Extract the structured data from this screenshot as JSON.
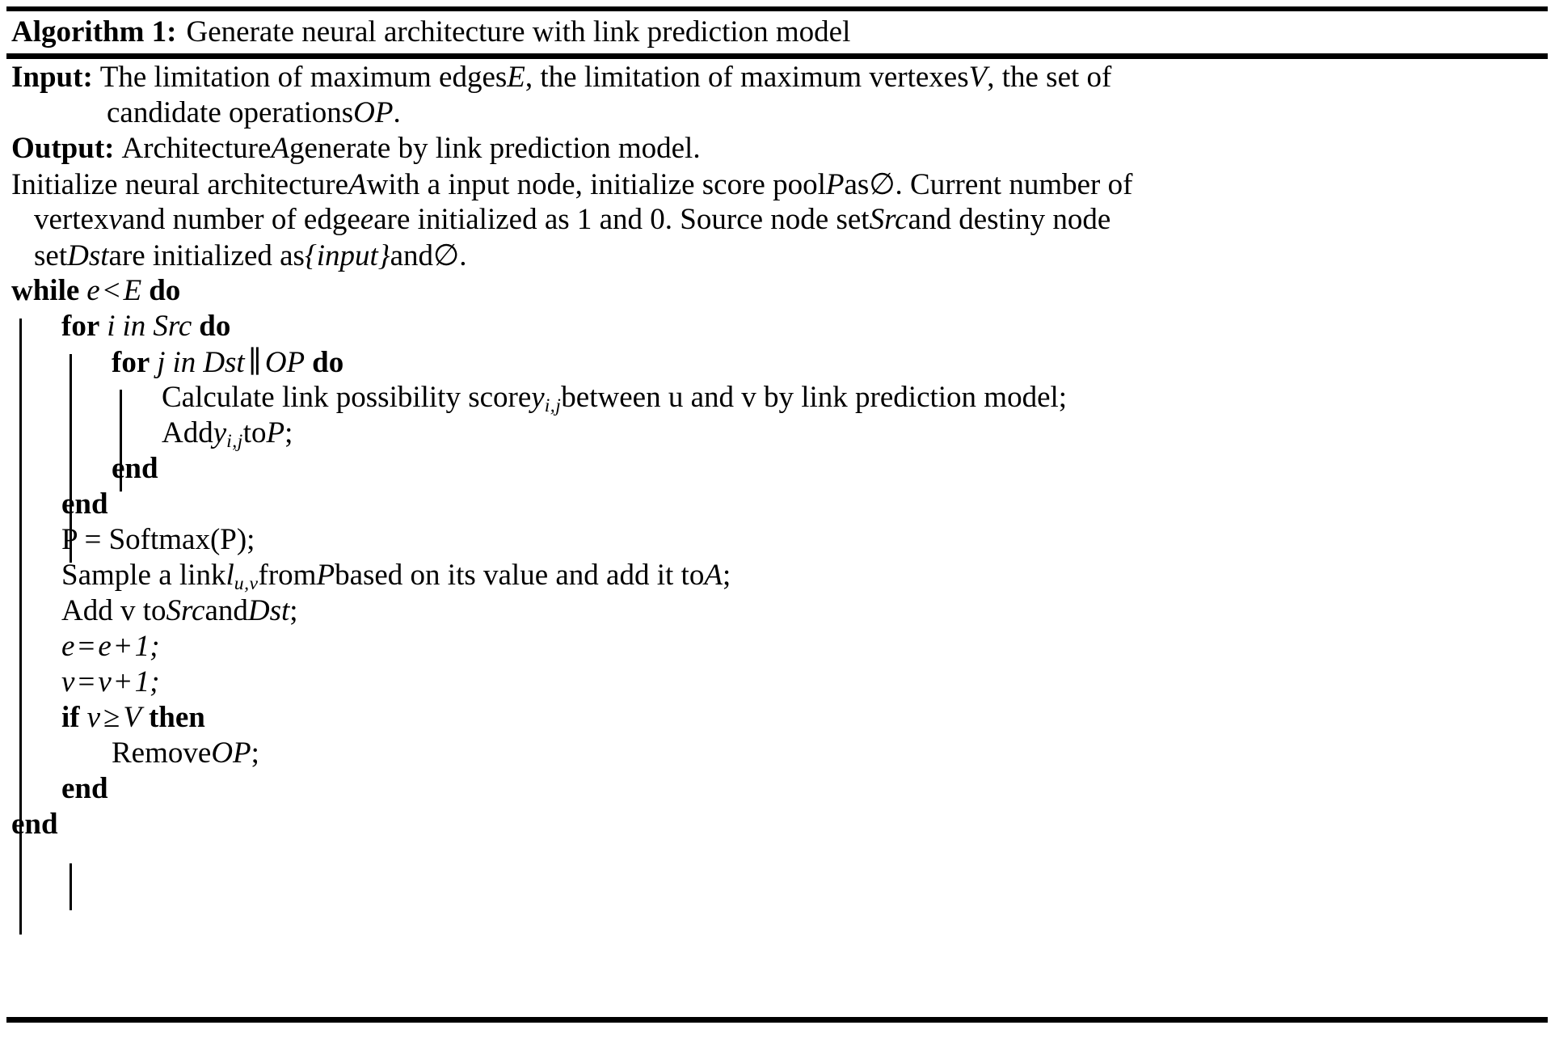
{
  "document": {
    "type": "algorithm-pseudocode",
    "style": "latex-algorithm2e"
  },
  "caption": {
    "label": "Algorithm 1:",
    "title": "Generate neural architecture with link prediction model"
  },
  "io": {
    "input_label": "Input:",
    "input_text_1": "The limitation of maximum edges ",
    "input_var_E": "E",
    "input_text_2": ", the limitation of maximum vertexes ",
    "input_var_V": "V",
    "input_text_3": ", the set of",
    "input_cont_text": "candidate operations ",
    "input_cont_var": "OP",
    "input_cont_end": ".",
    "output_label": "Output:",
    "output_text_1": "Architecture ",
    "output_var_A": "A",
    "output_text_2": " generate by link prediction model."
  },
  "init": {
    "l1_a": "Initialize neural architecture ",
    "l1_var_A": "A",
    "l1_b": " with a input node, initialize score pool ",
    "l1_var_P": "P",
    "l1_c": " as ",
    "l1_emptyset": "∅",
    "l1_d": ". Current number of",
    "l2_a": "vertex ",
    "l2_var_v": "v",
    "l2_b": " and number of edge ",
    "l2_var_e": "e",
    "l2_c": " are initialized as 1 and 0. Source node set ",
    "l2_var_Src": "Src",
    "l2_d": " and destiny node",
    "l3_a": "set ",
    "l3_var_Dst": "Dst",
    "l3_b": " are initialized as ",
    "l3_set": "{input}",
    "l3_c": " and ",
    "l3_emptyset": "∅",
    "l3_d": "."
  },
  "body": {
    "while_kw": "while",
    "while_var_e": "e",
    "while_op": "<",
    "while_var_E": "E",
    "while_do": "do",
    "for_i_kw": "for",
    "for_i_var": "i",
    "for_i_in": "in",
    "for_i_set": "Src",
    "for_i_do": "do",
    "for_j_kw": "for",
    "for_j_var": "j",
    "for_j_in": "in",
    "for_j_set1": "Dst",
    "for_j_op": "∥",
    "for_j_set2": "OP",
    "for_j_do": "do",
    "calc_a": "Calculate link possibility score ",
    "calc_var_y": "y",
    "calc_sub_y": "i,j",
    "calc_b": " between u and v by link prediction model;",
    "add_a": "Add ",
    "add_var_y": "y",
    "add_sub_y": "i,j",
    "add_b": " to ",
    "add_var_P": "P",
    "add_c": ";",
    "end_for_j": "end",
    "end_for_i": "end",
    "softmax": "P = Softmax(P);",
    "sample_a": "Sample a link ",
    "sample_var_l": "l",
    "sample_sub_l": "u,v",
    "sample_b": " from ",
    "sample_var_P": "P",
    "sample_c": " based on its value and add it to ",
    "sample_var_A": "A",
    "sample_d": ";",
    "addv_a": "Add v to ",
    "addv_var_Src": "Src",
    "addv_b": " and ",
    "addv_var_Dst": "Dst",
    "addv_c": ";",
    "e_inc_var": "e",
    "e_inc_eq": "=",
    "e_inc_var2": "e",
    "e_inc_plus": "+",
    "e_inc_one": "1;",
    "v_inc_var": "v",
    "v_inc_eq": "=",
    "v_inc_var2": "v",
    "v_inc_plus": "+",
    "v_inc_one": "1;",
    "if_kw": "if",
    "if_var_v": "v",
    "if_op": "≥",
    "if_var_V": "V",
    "if_then": "then",
    "remove_a": "Remove ",
    "remove_var_OP": "OP",
    "remove_b": ";",
    "end_if": "end",
    "end_while": "end"
  },
  "colors": {
    "text": "#000000",
    "background": "#ffffff",
    "rule": "#000000"
  }
}
